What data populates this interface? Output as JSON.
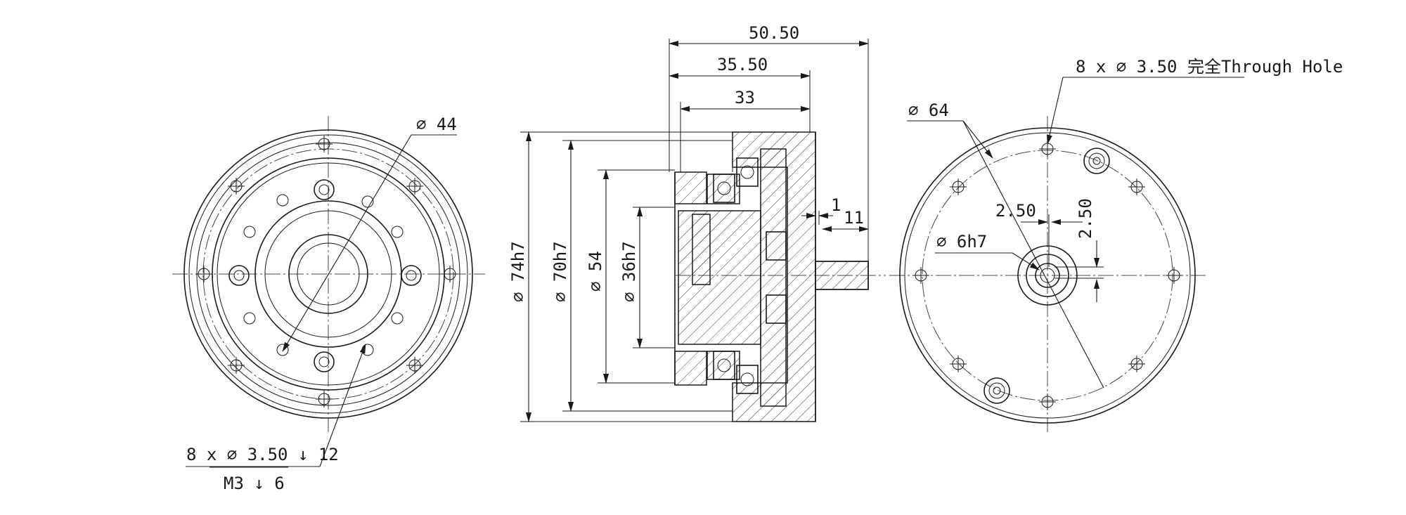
{
  "front_left": {
    "dia_44": "∅ 44",
    "hole_note_1": "8 x  ∅  3.50 ↓ 12",
    "hole_note_2": "M3 ↓ 6"
  },
  "section": {
    "dim_50_50": "50.50",
    "dim_35_50": "35.50",
    "dim_33": "33",
    "dim_1": "1",
    "dim_11": "11",
    "dia_74h7": "∅ 74h7",
    "dia_70h7": "∅ 70h7",
    "dia_54": "∅ 54",
    "dia_36h7": "∅ 36h7"
  },
  "rear_right": {
    "through_hole_note": "8 x  ∅  3.50 完全Through Hole",
    "dia_64": "∅ 64",
    "dia_6h7": "∅ 6h7",
    "dim_2_50_h": "2.50",
    "dim_2_50_v": "2.50"
  }
}
